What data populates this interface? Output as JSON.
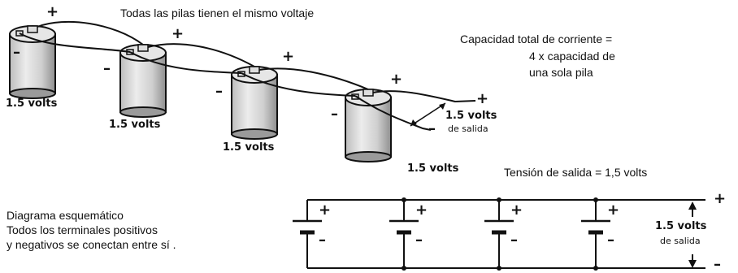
{
  "header": {
    "same_voltage": "Todas las pilas tienen el mismo voltaje"
  },
  "capacity_note": {
    "line1": "Capacidad total de corriente =",
    "line2": "4 x capacidad de",
    "line3": "una sola pila"
  },
  "cells": [
    {
      "voltage_label": "1.5 volts"
    },
    {
      "voltage_label": "1.5 volts"
    },
    {
      "voltage_label": "1.5 volts"
    },
    {
      "voltage_label": "1.5 volts"
    }
  ],
  "output_pictorial": {
    "value": "1.5 volts",
    "caption": "de salida"
  },
  "output_tension": "Tensión de  salida = 1,5 volts",
  "schematic": {
    "title": "Diagrama esquemático",
    "desc_line1": "Todos los terminales positivos",
    "desc_line2": "y negativos se conectan  entre sí .",
    "output_value": "1.5 volts",
    "output_caption": "de salida"
  },
  "signs": {
    "plus": "+",
    "minus": "–"
  },
  "colors": {
    "ink": "#111111",
    "cell_fill": "#cfcfcf",
    "cell_shade": "#9a9a9a",
    "background": "#ffffff"
  }
}
